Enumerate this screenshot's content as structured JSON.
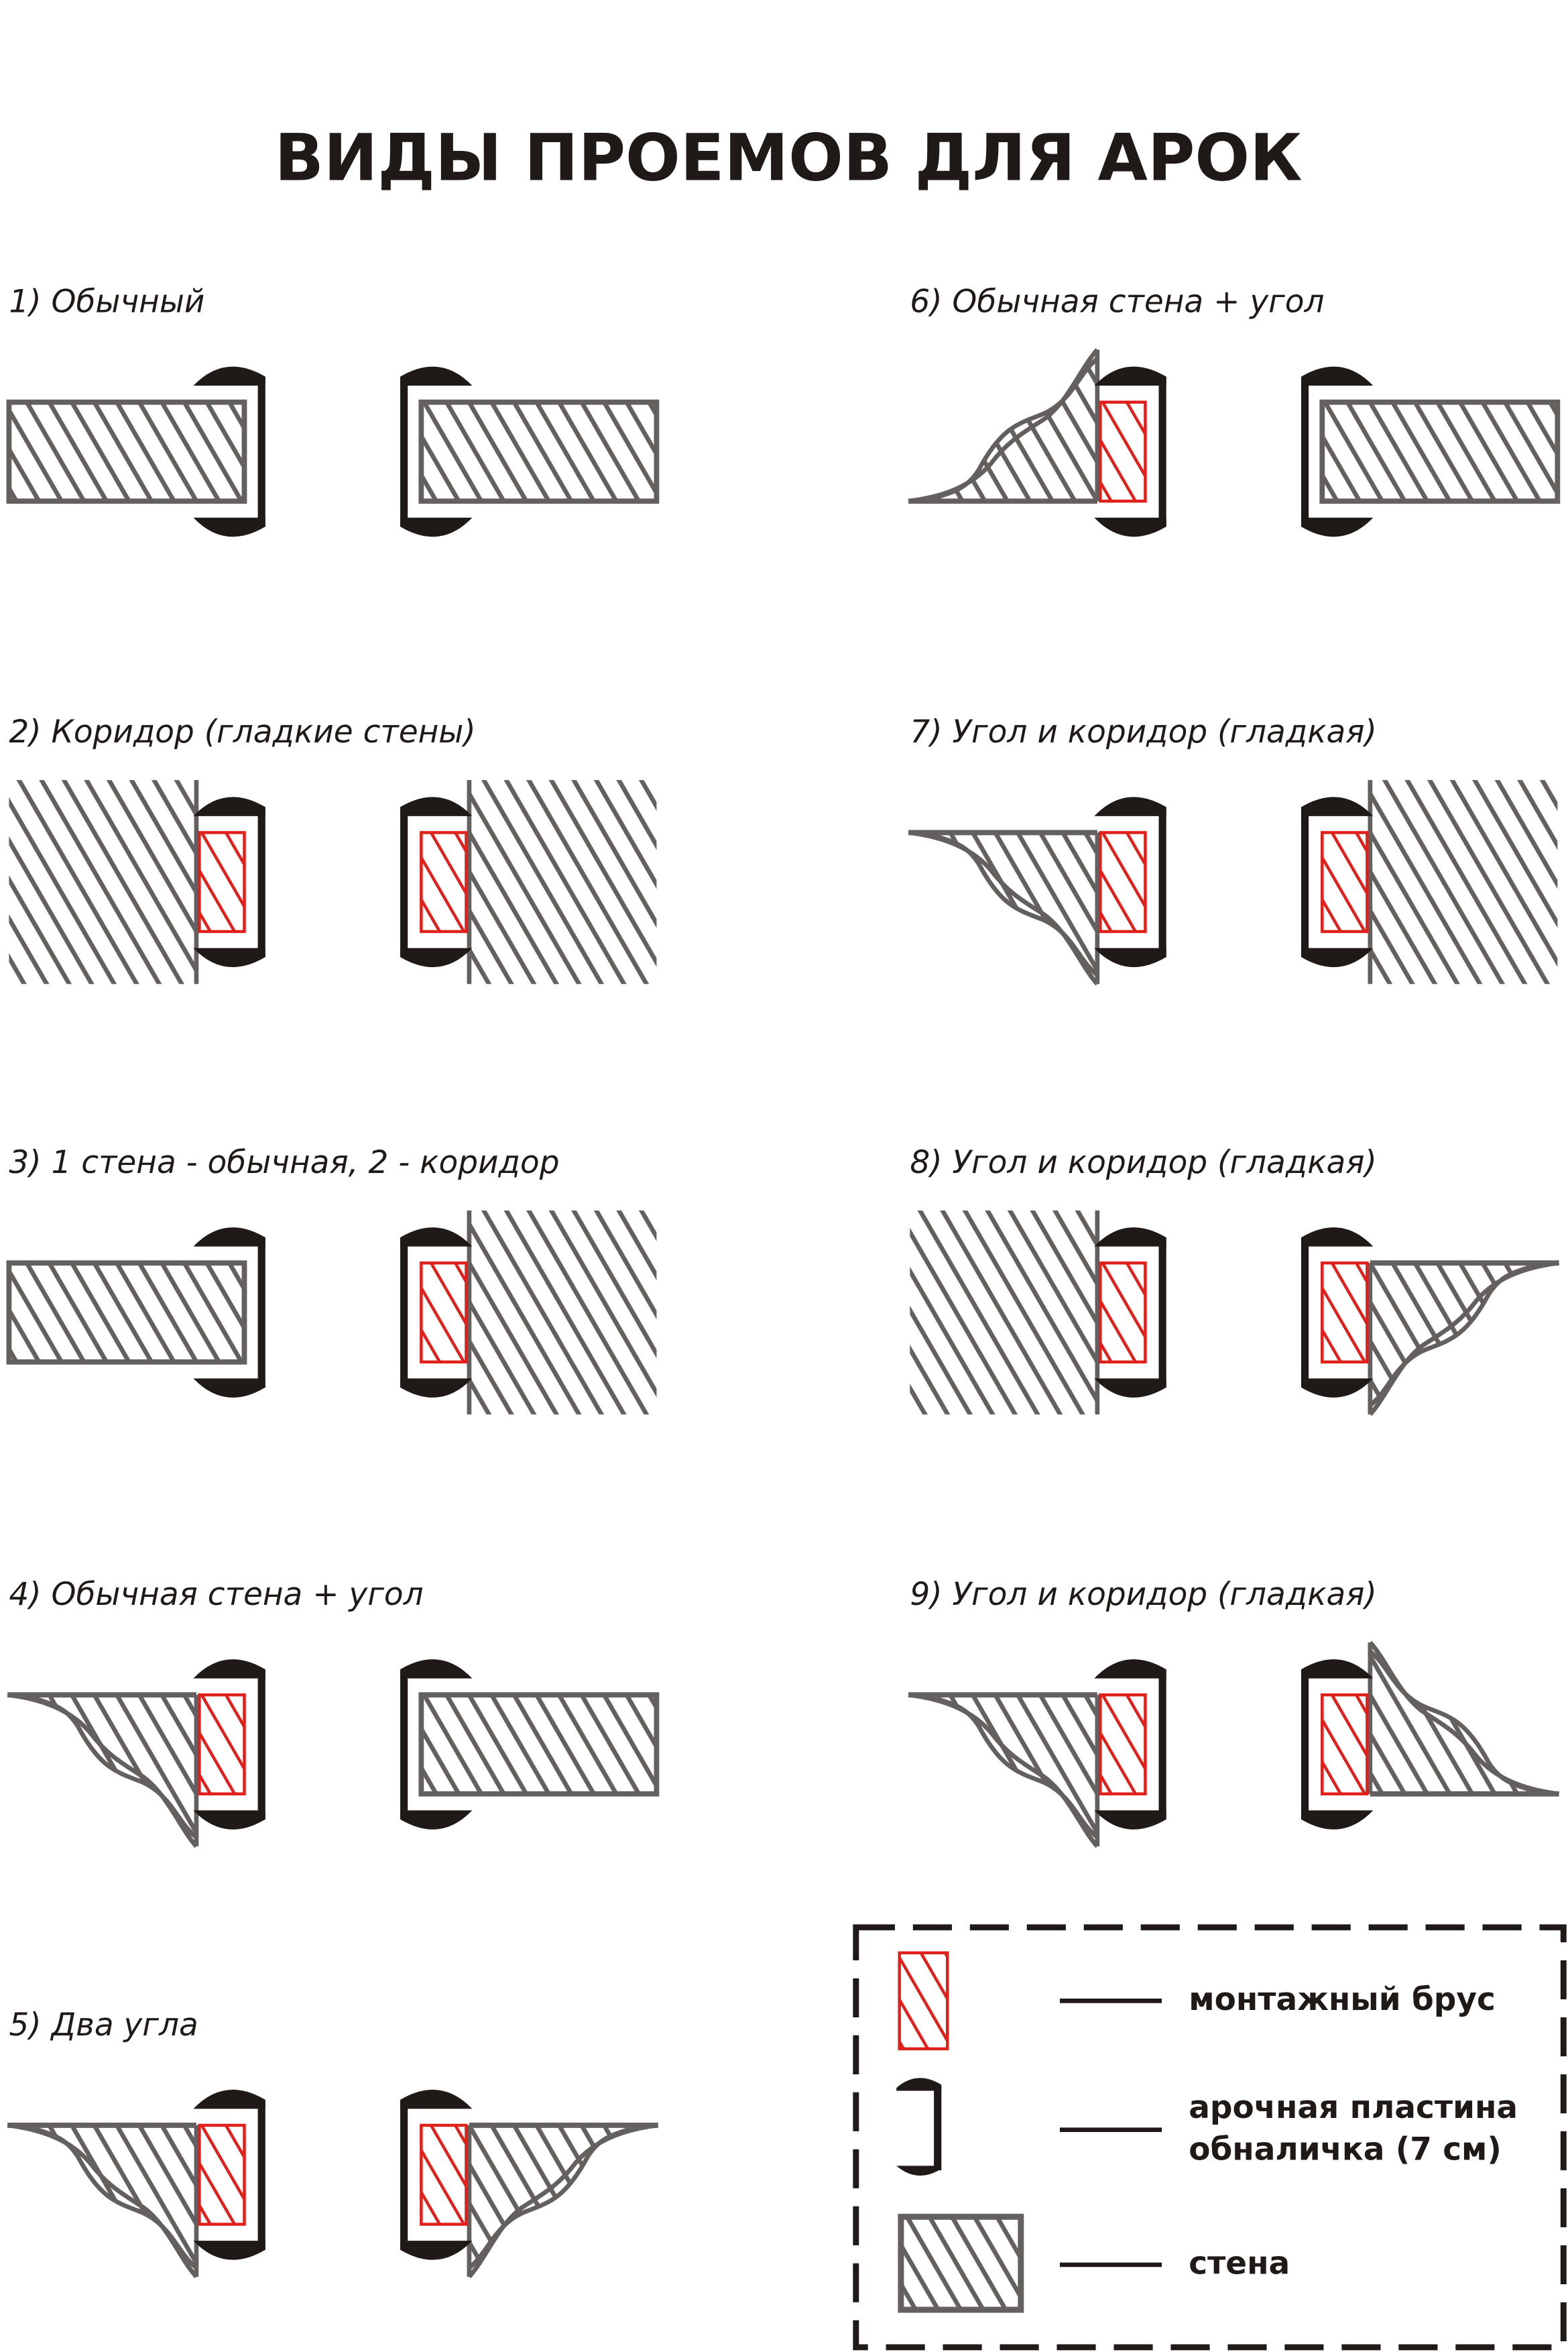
{
  "title": "ВИДЫ ПРОЕМОВ ДЛЯ АРОК",
  "colors": {
    "wall": "#646060",
    "plate": "#1f1a17",
    "beam": "#e0201b"
  },
  "panels": [
    {
      "label": "1) Обычный",
      "left": "plain",
      "right": "plain"
    },
    {
      "label": "2) Коридор (гладкие стены)",
      "left": "corridor",
      "right": "corridor"
    },
    {
      "label": "3) 1 стена - обычная, 2 - коридор",
      "left": "plain",
      "right": "corridor"
    },
    {
      "label": "4) Обычная стена + угол",
      "left": "corner",
      "right": "plain"
    },
    {
      "label": "5) Два угла",
      "left": "corner",
      "right": "corner"
    },
    {
      "label": "6) Обычная стена + угол",
      "left": "corner-up",
      "right": "plain"
    },
    {
      "label": "7) Угол и коридор (гладкая)",
      "left": "corner",
      "right": "corridor"
    },
    {
      "label": "8) Угол и коридор (гладкая)",
      "left": "corridor",
      "right": "corner"
    },
    {
      "label": "9) Угол и коридор (гладкая)",
      "left": "corner",
      "right": "corner-up"
    }
  ],
  "legend": {
    "beam": "монтажный брус",
    "plate_line1": "арочная пластина",
    "plate_line2": "обналичка (7 см)",
    "wall": "стена"
  }
}
